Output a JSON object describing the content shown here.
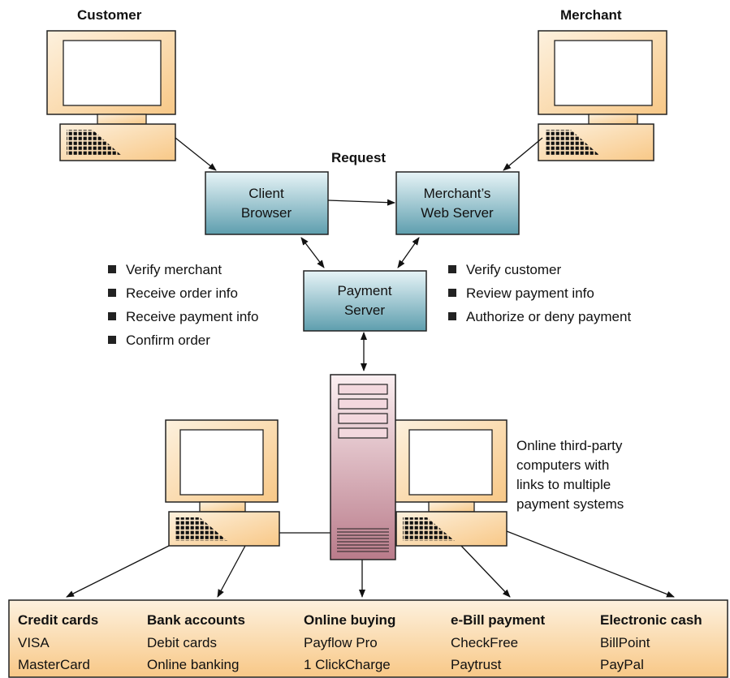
{
  "labels": {
    "customer": "Customer",
    "merchant": "Merchant",
    "request": "Request"
  },
  "boxes": {
    "client_browser": [
      "Client",
      "Browser"
    ],
    "merchant_web_server": [
      "Merchant’s",
      "Web Server"
    ],
    "payment_server": [
      "Payment",
      "Server"
    ]
  },
  "left_bullets": [
    "Verify merchant",
    "Receive order info",
    "Receive payment info",
    "Confirm order"
  ],
  "right_bullets": [
    "Verify customer",
    "Review payment info",
    "Authorize or deny payment"
  ],
  "third_party_note": [
    "Online third-party",
    "computers with",
    "links to multiple",
    "payment systems"
  ],
  "categories": [
    {
      "title": "Credit cards",
      "items": [
        "VISA",
        "MasterCard"
      ]
    },
    {
      "title": "Bank accounts",
      "items": [
        "Debit cards",
        "Online banking"
      ]
    },
    {
      "title": "Online buying",
      "items": [
        "Payflow Pro",
        "1 ClickCharge"
      ]
    },
    {
      "title": "e-Bill payment",
      "items": [
        "CheckFree",
        "Paytrust"
      ]
    },
    {
      "title": "Electronic cash",
      "items": [
        "BillPoint",
        "PayPal"
      ]
    }
  ],
  "colors": {
    "computer_fill": "#fbd9a8",
    "box_fill": "#9ccad4",
    "server_fill": "#d8a9b4",
    "outline": "#222222"
  }
}
